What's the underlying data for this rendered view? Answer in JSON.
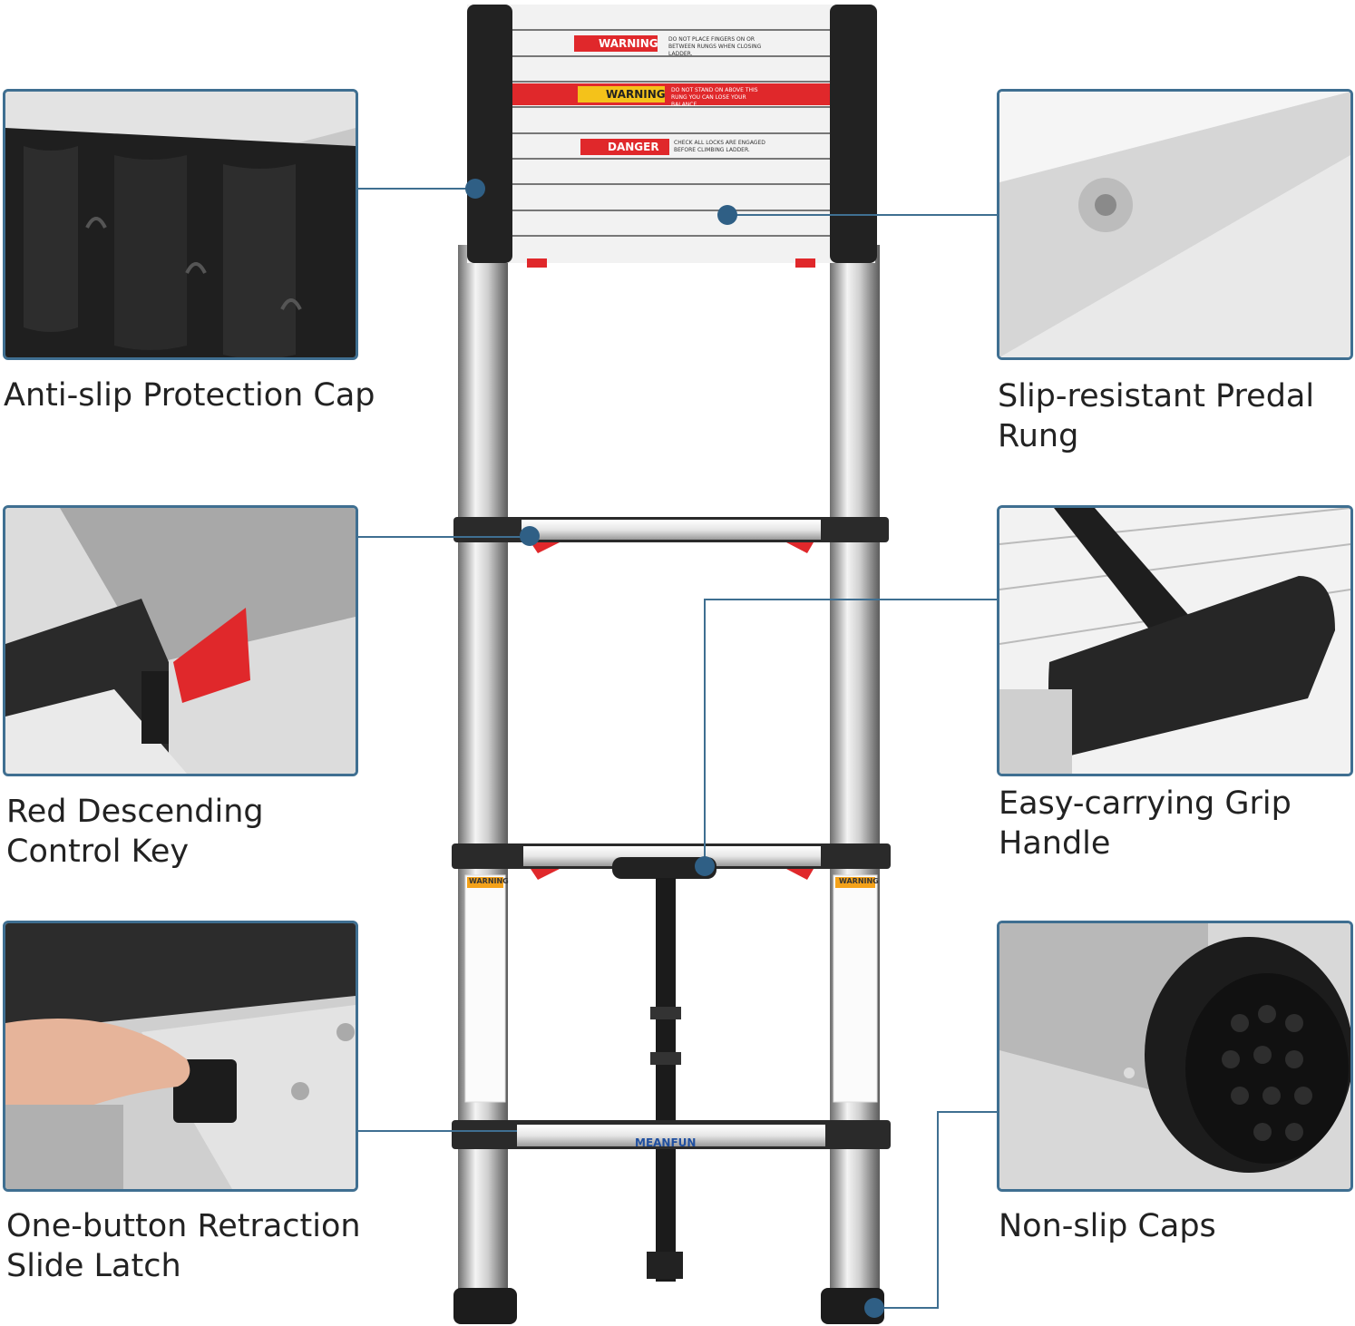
{
  "features": {
    "anti_slip_cap": "Anti-slip Protection Cap",
    "predal_rung": "Slip-resistant Predal\nRung",
    "descending_key": "Red Descending\nControl Key",
    "grip_handle": "Easy-carrying Grip\nHandle",
    "retraction_latch": "One-button Retraction\nSlide Latch",
    "nonslip_caps": "Non-slip Caps"
  },
  "ladder": {
    "label_warning_1": "WARNING",
    "label_warning_1_text": "DO NOT PLACE FINGERS ON OR BETWEEN RUNGS WHEN CLOSING LADDER.",
    "label_warning_2": "WARNING",
    "label_warning_2_text": "DO NOT STAND ON ABOVE THIS RUNG YOU CAN LOSE YOUR BALANCE.",
    "label_danger": "DANGER",
    "label_danger_text": "CHECK ALL LOCKS ARE ENGAGED BEFORE CLIMBING LADDER.",
    "brand": "MEANFUN",
    "side_label_left": "WARNING",
    "side_label_right": "WARNING"
  },
  "colors": {
    "accent": "#3f6f91",
    "warning_red": "#e0282b",
    "warning_yellow": "#f4c21a",
    "ladder_black": "#1e1e1e"
  }
}
